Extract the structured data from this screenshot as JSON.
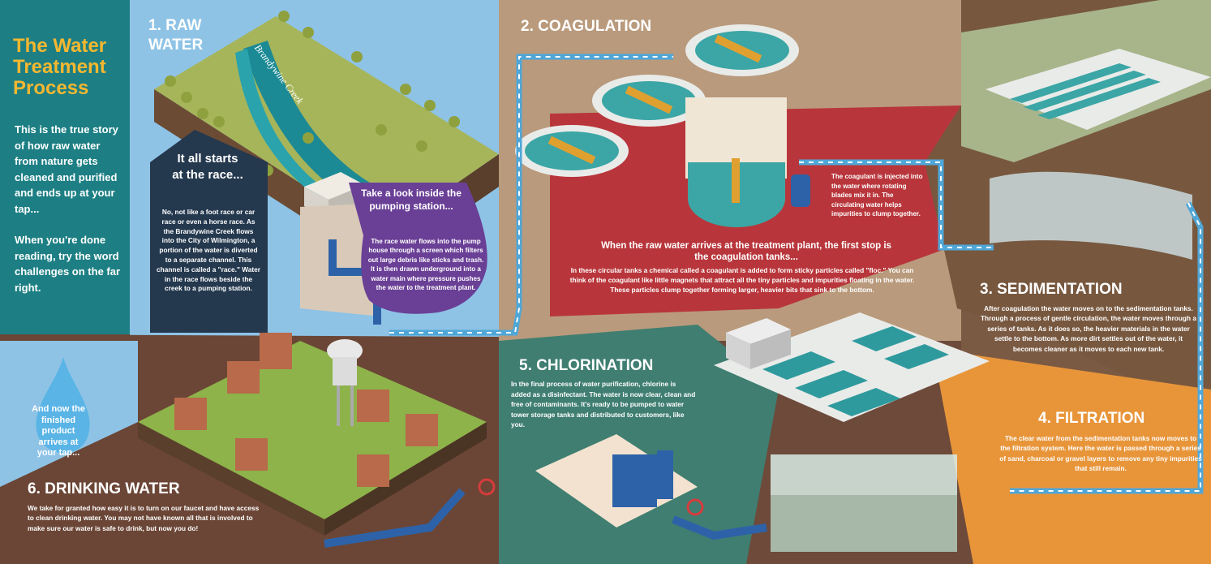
{
  "header": {
    "title": "The Water Treatment Process",
    "intro_1": "This is the true story of how raw water from nature gets cleaned and purified and ends up at your tap...",
    "intro_2": "When you're done reading, try the word challenges on the far right."
  },
  "raw_water": {
    "heading": "1. RAW WATER",
    "creek_label": "Brandywine Creek",
    "race_title": "It all starts at the race...",
    "race_body": "No, not like a foot race or car race or even a horse race. As the Brandywine Creek flows into the City of Wilmington, a portion of the water is diverted to a separate channel. This channel is called a \"race.\" Water in the race flows beside the creek to a pumping station.",
    "pump_title": "Take a look inside the pumping station...",
    "pump_body": "The race water flows into the pump house through a screen which filters out large debris like sticks and trash. It is then drawn underground into a water main where pressure pushes the water to the treatment plant."
  },
  "coagulation": {
    "heading": "2. COAGULATION",
    "callout": "The coagulant is injected into the water where rotating blades mix it in. The circulating water helps impurities to clump together.",
    "lead": "When the raw water arrives at the treatment plant, the first stop is the coagulation tanks...",
    "body": "In these circular tanks a chemical called a coagulant is added to form sticky particles called \"floc.\" You can think of the coagulant like little magnets that attract all the tiny particles and impurities floating in the water. These particles clump together forming larger, heavier bits that sink to the bottom."
  },
  "sedimentation": {
    "heading": "3. SEDIMENTATION",
    "body": "After coagulation the water moves on to the sedimentation tanks. Through a process of gentle circulation, the water moves through a series of tanks. As it does so, the heavier materials in the water settle to the bottom. As more dirt settles out of the water, it becomes cleaner as it moves to each new tank."
  },
  "filtration": {
    "heading": "4. FILTRATION",
    "body": "The clear water from the sedimentation tanks now moves to the filtration system. Here the water is passed through a series of sand, charcoal or gravel layers to remove any tiny impurities that still remain."
  },
  "chlorination": {
    "heading": "5. CHLORINATION",
    "body": "In the final process of water purification, chlorine is added as a disinfectant. The water is now clear, clean and free of contaminants. It's ready to be pumped to water tower storage tanks and distributed to customers, like you."
  },
  "drinking": {
    "heading": "6. DRINKING WATER",
    "drop_text": "And now the finished product arrives at your tap...",
    "body": "We take for granted how easy it is to turn on our faucet and have access to clean drinking water. You may not have known all that is involved to make sure our water is safe to drink, but now you do!"
  },
  "colors": {
    "teal": "#1c7f84",
    "gold": "#f5b730",
    "red": "#b8363b",
    "purple": "#6a3f96",
    "navy": "#24384e",
    "orange": "#e8953a",
    "sky": "#8ec3e6"
  }
}
